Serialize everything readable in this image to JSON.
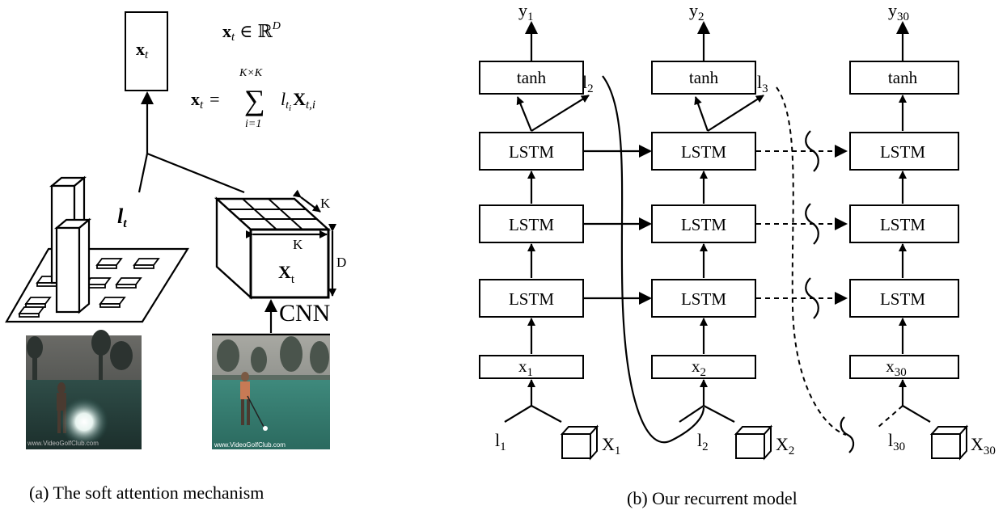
{
  "left_panel": {
    "caption": "(a) The soft attention mechanism",
    "feature_box_label": "x",
    "feature_box_sub": "t",
    "eq_domain": {
      "lhs": "x",
      "lhs_sub": "t",
      "rel": "∈",
      "set": "ℝ",
      "sup": "D"
    },
    "eq_sum": {
      "lhs": "x",
      "lhs_sub": "t",
      "equals": "=",
      "upper": "K×K",
      "sigma": "∑",
      "lower": "i=1",
      "term_l": "l",
      "term_l_sub": "t",
      "term_l_subsub": "i",
      "term_X": "X",
      "term_X_sub": "t,i"
    },
    "attention_label": "l",
    "attention_label_sub": "t",
    "cube_label_K_top": "K",
    "cube_label_K_front": "K",
    "cube_label_D": "D",
    "cube_label_X": "X",
    "cube_label_X_sub": "t",
    "cnn_label": "CNN",
    "watermark_text": "www.VideoGolfClub.com"
  },
  "right_panel": {
    "caption": "(b) Our recurrent model",
    "columns": [
      {
        "y": "y",
        "y_sub": "1",
        "tanh": "tanh",
        "lstm": [
          "LSTM",
          "LSTM",
          "LSTM"
        ],
        "x": "x",
        "x_sub": "1",
        "l_in": "l",
        "l_in_sub": "1",
        "X_in": "X",
        "X_in_sub": "1"
      },
      {
        "y": "y",
        "y_sub": "2",
        "tanh": "tanh",
        "lstm": [
          "LSTM",
          "LSTM",
          "LSTM"
        ],
        "x": "x",
        "x_sub": "2",
        "l_in": "l",
        "l_in_sub": "2",
        "X_in": "X",
        "X_in_sub": "2"
      },
      {
        "y": "y",
        "y_sub": "30",
        "tanh": "tanh",
        "lstm": [
          "LSTM",
          "LSTM",
          "LSTM"
        ],
        "x": "x",
        "x_sub": "30",
        "l_in": "l",
        "l_in_sub": "30",
        "X_in": "X",
        "X_in_sub": "30"
      }
    ],
    "l_out": [
      {
        "l": "l",
        "sub": "2"
      },
      {
        "l": "l",
        "sub": "3"
      }
    ]
  }
}
